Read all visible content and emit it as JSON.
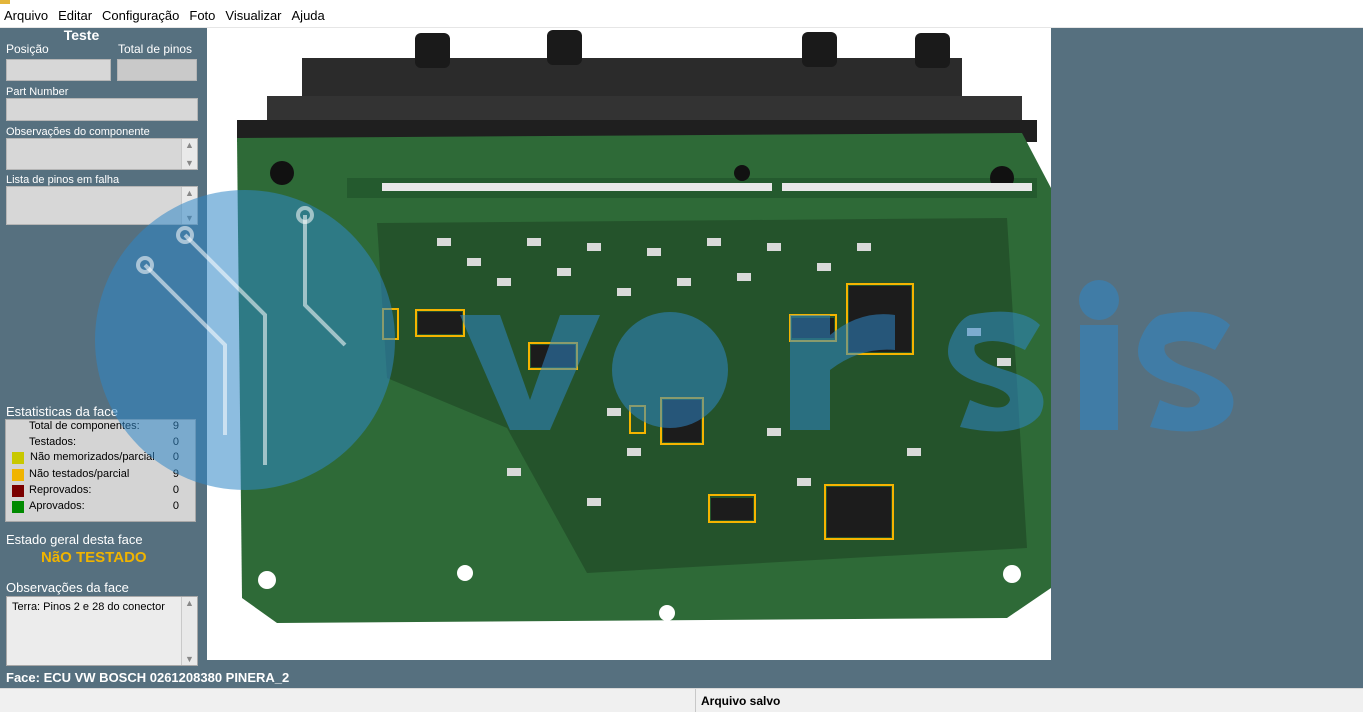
{
  "menu": [
    "Arquivo",
    "Editar",
    "Configuração",
    "Foto",
    "Visualizar",
    "Ajuda"
  ],
  "panel": {
    "title": "Teste",
    "position_label": "Posição",
    "total_pins_label": "Total de pinos",
    "part_number_label": "Part Number",
    "component_notes_label": "Observações do componente",
    "failed_pins_label": "Lista de pinos em falha"
  },
  "stats": {
    "title": "Estatisticas da face",
    "rows": [
      {
        "label": "Total de componentes:",
        "value": "9",
        "color": ""
      },
      {
        "label": "Testados:",
        "value": "0",
        "color": ""
      },
      {
        "label": "Não memorizados/parcial",
        "value": "0",
        "color": "#c8c800"
      },
      {
        "label": "Não testados/parcial",
        "value": "9",
        "color": "#f0b400"
      },
      {
        "label": "Reprovados:",
        "value": "0",
        "color": "#7a0000"
      },
      {
        "label": "Aprovados:",
        "value": "0",
        "color": "#008a00"
      }
    ]
  },
  "overall": {
    "label": "Estado geral desta face",
    "status": "NãO TESTADO",
    "status_color": "#f0b400"
  },
  "face_notes": {
    "label": "Observações da face",
    "text": "Terra: Pinos 2 e 28 do conector"
  },
  "face_title": "Face: ECU VW BOSCH 0261208380 PINERA_2",
  "status_message": "Arquivo salvo",
  "highlight_color": "#f5b400"
}
